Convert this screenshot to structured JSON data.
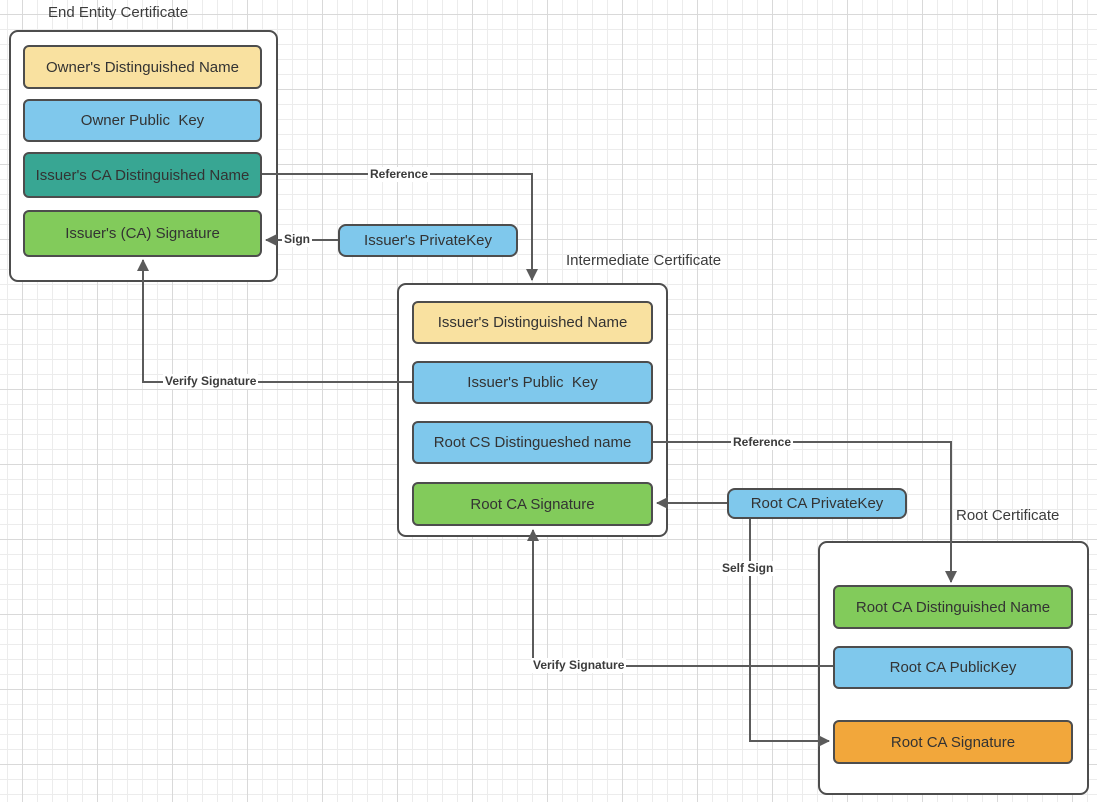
{
  "colors": {
    "yellow": "#F9E1A0",
    "blue": "#7FC8EC",
    "teal": "#38A693",
    "green": "#82CB5B",
    "orange": "#F2A73B",
    "box-border": "#4D4D4D",
    "line": "#5B5B5B",
    "text": "#333333",
    "grid-minor": "#ECECEC",
    "grid-major": "#D9D9D9"
  },
  "end_entity": {
    "title": "End Entity Certificate",
    "rows": [
      {
        "label": "Owner's Distinguished Name",
        "color": "yellow"
      },
      {
        "label": "Owner Public  Key",
        "color": "blue"
      },
      {
        "label": "Issuer's CA Distinguished Name",
        "color": "teal"
      },
      {
        "label": "Issuer's (CA) Signature",
        "color": "green"
      }
    ]
  },
  "intermediate": {
    "title": "Intermediate Certificate",
    "rows": [
      {
        "label": "Issuer's Distinguished Name",
        "color": "yellow"
      },
      {
        "label": "Issuer's Public  Key",
        "color": "blue"
      },
      {
        "label": "Root CS Distingueshed name",
        "color": "blue"
      },
      {
        "label": "Root CA Signature",
        "color": "green"
      }
    ]
  },
  "root": {
    "title": "Root Certificate",
    "rows": [
      {
        "label": "Root CA Distinguished Name",
        "color": "green"
      },
      {
        "label": "Root CA PublicKey",
        "color": "blue"
      },
      {
        "label": "Root CA Signature",
        "color": "orange"
      }
    ]
  },
  "keys": {
    "issuer_private_key": "Issuer's PrivateKey",
    "root_ca_private_key": "Root CA PrivateKey"
  },
  "edges": {
    "reference_top": "Reference",
    "sign": "Sign",
    "verify_signature_left": "Verify Signature",
    "reference_right": "Reference",
    "self_sign": "Self Sign",
    "verify_signature_bottom": "Verify Signature"
  }
}
